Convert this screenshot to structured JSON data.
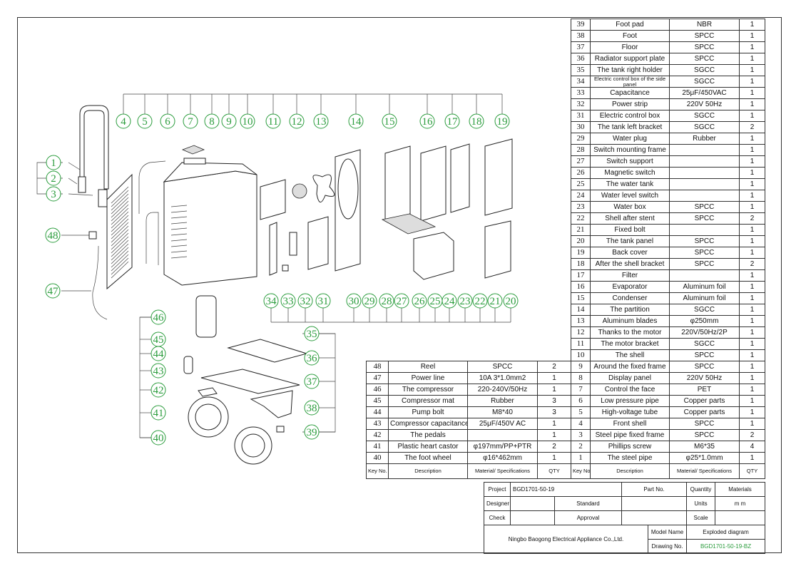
{
  "bom_right": [
    {
      "no": "39",
      "desc": "Foot  pad",
      "mat": "NBR",
      "qty": "1"
    },
    {
      "no": "38",
      "desc": "Foot",
      "mat": "SPCC",
      "qty": "1"
    },
    {
      "no": "37",
      "desc": "Floor",
      "mat": "SPCC",
      "qty": "1"
    },
    {
      "no": "36",
      "desc": "Radiator support plate",
      "mat": "SPCC",
      "qty": "1"
    },
    {
      "no": "35",
      "desc": "The tank right holder",
      "mat": "SGCC",
      "qty": "1"
    },
    {
      "no": "34",
      "desc": "Electric control box of the side panel",
      "mat": "SGCC",
      "qty": "1"
    },
    {
      "no": "33",
      "desc": "Capacitance",
      "mat": "25μF/450VAC",
      "qty": "1"
    },
    {
      "no": "32",
      "desc": "Power  strip",
      "mat": "220V  50Hz",
      "qty": "1"
    },
    {
      "no": "31",
      "desc": "Electric  control  box",
      "mat": "SGCC",
      "qty": "1"
    },
    {
      "no": "30",
      "desc": "The tank left bracket",
      "mat": "SGCC",
      "qty": "2"
    },
    {
      "no": "29",
      "desc": "Water  plug",
      "mat": "Rubber",
      "qty": "1"
    },
    {
      "no": "28",
      "desc": "Switch mounting frame",
      "mat": "",
      "qty": "1"
    },
    {
      "no": "27",
      "desc": "Switch  support",
      "mat": "",
      "qty": "1"
    },
    {
      "no": "26",
      "desc": "Magnetic  switch",
      "mat": "",
      "qty": "1"
    },
    {
      "no": "25",
      "desc": "The  water tank",
      "mat": "",
      "qty": "1"
    },
    {
      "no": "24",
      "desc": "Water level switch",
      "mat": "",
      "qty": "1"
    },
    {
      "no": "23",
      "desc": "Water   box",
      "mat": "SPCC",
      "qty": "1"
    },
    {
      "no": "22",
      "desc": "Shell after stent",
      "mat": "SPCC",
      "qty": "2"
    },
    {
      "no": "21",
      "desc": "Fixed  bolt",
      "mat": "",
      "qty": "1"
    },
    {
      "no": "20",
      "desc": "The tank panel",
      "mat": "SPCC",
      "qty": "1"
    },
    {
      "no": "19",
      "desc": "Back  cover",
      "mat": "SPCC",
      "qty": "1"
    },
    {
      "no": "18",
      "desc": "After the shell bracket",
      "mat": "SPCC",
      "qty": "2"
    },
    {
      "no": "17",
      "desc": "Filter",
      "mat": "",
      "qty": "1"
    },
    {
      "no": "16",
      "desc": "Evaporator",
      "mat": "Aluminum foil",
      "qty": "1"
    },
    {
      "no": "15",
      "desc": "Condenser",
      "mat": "Aluminum  foil",
      "qty": "1"
    },
    {
      "no": "14",
      "desc": "The  partition",
      "mat": "SGCC",
      "qty": "1"
    },
    {
      "no": "13",
      "desc": "Aluminum   blades",
      "mat": "φ250mm",
      "qty": "1"
    },
    {
      "no": "12",
      "desc": "Thanks to the motor",
      "mat": "220V/50Hz/2P",
      "qty": "1"
    },
    {
      "no": "11",
      "desc": "The motor bracket",
      "mat": "SGCC",
      "qty": "1"
    },
    {
      "no": "10",
      "desc": "The  shell",
      "mat": "SPCC",
      "qty": "1"
    },
    {
      "no": "9",
      "desc": "Around the fixed frame",
      "mat": "SPCC",
      "qty": "1"
    },
    {
      "no": "8",
      "desc": "Display  panel",
      "mat": "220V   50Hz",
      "qty": "1"
    },
    {
      "no": "7",
      "desc": "Control  the face",
      "mat": "PET",
      "qty": "1"
    },
    {
      "no": "6",
      "desc": "Low pressure pipe",
      "mat": "Copper  parts",
      "qty": "1"
    },
    {
      "no": "5",
      "desc": "High-voltage  tube",
      "mat": "Copper  parts",
      "qty": "1"
    },
    {
      "no": "4",
      "desc": "Front  shell",
      "mat": "SPCC",
      "qty": "1"
    },
    {
      "no": "3",
      "desc": "Steel pipe fixed frame",
      "mat": "SPCC",
      "qty": "2"
    },
    {
      "no": "2",
      "desc": "Phillips   screw",
      "mat": "M6*35",
      "qty": "4"
    },
    {
      "no": "1",
      "desc": "The  steel  pipe",
      "mat": "φ25*1.0mm",
      "qty": "1"
    }
  ],
  "bom_left": [
    {
      "no": "48",
      "desc": "Reel",
      "mat": "SPCC",
      "qty": "2"
    },
    {
      "no": "47",
      "desc": "Power  line",
      "mat": "10A  3*1.0mm2",
      "qty": "1"
    },
    {
      "no": "46",
      "desc": "The  compressor",
      "mat": "220-240V/50Hz",
      "qty": "1"
    },
    {
      "no": "45",
      "desc": "Compressor    mat",
      "mat": "Rubber",
      "qty": "3"
    },
    {
      "no": "44",
      "desc": "Pump  bolt",
      "mat": "M8*40",
      "qty": "3"
    },
    {
      "no": "43",
      "desc": "Compressor capacitance",
      "mat": "25μF/450V   AC",
      "qty": "1"
    },
    {
      "no": "42",
      "desc": "The  pedals",
      "mat": "",
      "qty": "1"
    },
    {
      "no": "41",
      "desc": "Plastic  heart castor",
      "mat": "φ197mm/PP+PTR",
      "qty": "2"
    },
    {
      "no": "40",
      "desc": "The  foot  wheel",
      "mat": "φ16*462mm",
      "qty": "1"
    }
  ],
  "headers": {
    "key": "Key No.",
    "desc": "Description",
    "mat": "Material/  Specifications",
    "qty": "QTY"
  },
  "title_block": {
    "project_label": "Project",
    "project_value": "BGD1701-50-19",
    "part_no_label": "Part No.",
    "quantity_label": "Quantity",
    "materials_label": "Materials",
    "designer_label": "Designer",
    "standard_label": "Standard",
    "units_label": "Units",
    "units_value": "m m",
    "check_label": "Check",
    "approval_label": "Approval",
    "scale_label": "Scale",
    "company": "Ningbo Baogong Electrical Appliance Co.,Ltd.",
    "model_name_label": "Model Name",
    "model_name_value": "Exploded diagram",
    "drawing_no_label": "Drawing No.",
    "drawing_no_value": "BGD1701-50-19-BZ"
  },
  "callouts": [
    "1",
    "2",
    "3",
    "4",
    "5",
    "6",
    "7",
    "8",
    "9",
    "10",
    "11",
    "12",
    "13",
    "14",
    "15",
    "16",
    "17",
    "18",
    "19",
    "20",
    "21",
    "22",
    "23",
    "24",
    "25",
    "26",
    "27",
    "28",
    "29",
    "30",
    "31",
    "32",
    "33",
    "34",
    "35",
    "36",
    "37",
    "38",
    "39",
    "40",
    "41",
    "42",
    "43",
    "44",
    "45",
    "46",
    "47",
    "48"
  ],
  "colors": {
    "callout": "#2a9c3c",
    "line": "#333333"
  }
}
